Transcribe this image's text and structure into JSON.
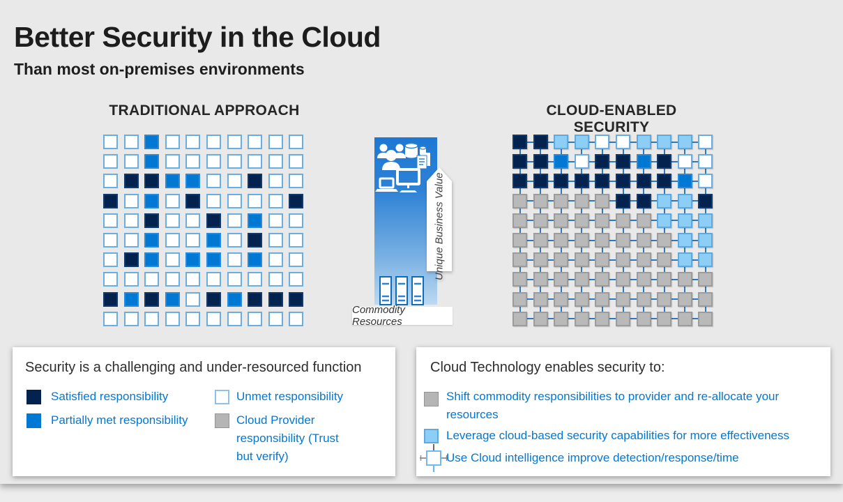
{
  "header": {
    "title": "Better Security in the Cloud",
    "subtitle": "Than most on-premises environments"
  },
  "colors": {
    "navy": "#03234e",
    "blue": "#0078d4",
    "light_blue": "#8dcef7",
    "gray": "#b9b9b9",
    "legend_text": "#0078d4",
    "background": "#e9e9e9"
  },
  "traditional": {
    "heading": "TRADITIONAL APPROACH",
    "legend_key": "W=unmet(white) B=partially-met(blue) N=satisfied(navy)",
    "grid": [
      "WWBWWWWWWW",
      "WWBWWWWWWW",
      "WNNBBWWNWW",
      "NWBWNWWWWN",
      "WWNWWNWBWW",
      "WWBWWBWNWW",
      "WNBWBBWBWW",
      "WWWWWWWWWW",
      "NBNBWNBNNN",
      "WWWWWWWWWW"
    ]
  },
  "cloud": {
    "heading": "CLOUD-ENABLED SECURITY",
    "legend_key": "N=satisfied(navy) B=partially-met(blue) L=cloud-capability(light) W=unmet(white) G=provider(gray)",
    "grid": [
      "NNLLWWLLLW",
      "NNBWNNBNWW",
      "NNNNNNNNBW",
      "GGGGGNNLLN",
      "GGGGGGGLLL",
      "GGGGGGGGLL",
      "GGGGGGGGLL",
      "GGGGGGGGGG",
      "GGGGGGGGGG",
      "GGGGGGGGGG"
    ]
  },
  "middle": {
    "ribbon_label": "Unique Business Value",
    "bottom_label": "Commodity Resources"
  },
  "left_panel": {
    "title": "Security is a challenging and under-resourced function",
    "items": [
      {
        "swatch": "navy",
        "label": "Satisfied responsibility"
      },
      {
        "swatch": "blue",
        "label": "Partially met responsibility"
      },
      {
        "swatch": "white",
        "label": "Unmet responsibility"
      },
      {
        "swatch": "gray",
        "label": "Cloud Provider responsibility (Trust but verify)"
      }
    ]
  },
  "right_panel": {
    "title": "Cloud Technology enables security to:",
    "items": [
      {
        "swatch": "gray",
        "label": "Shift commodity responsibilities to provider and re-allocate your resources"
      },
      {
        "swatch": "light",
        "label": "Leverage cloud-based security capabilities for more effectiveness"
      },
      {
        "swatch": "connected-white",
        "label": "Use Cloud intelligence improve detection/response/time"
      }
    ]
  }
}
